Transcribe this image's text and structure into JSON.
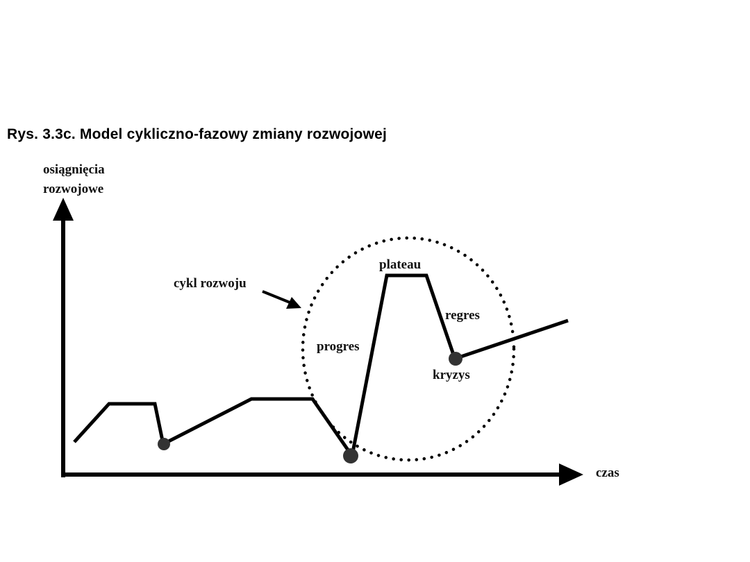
{
  "title": "Rys. 3.3c. Model cykliczno-fazowy zmiany rozwojowej",
  "axes": {
    "y_label_line1": "osiągnięcia",
    "y_label_line2": "rozwojowe",
    "x_label": "czas"
  },
  "annotations": {
    "cycle": "cykl rozwoju",
    "plateau": "plateau",
    "regres": "regres",
    "progres": "progres",
    "kryzys": "kryzys"
  },
  "colors": {
    "line": "#000000",
    "marker": "#333333"
  }
}
